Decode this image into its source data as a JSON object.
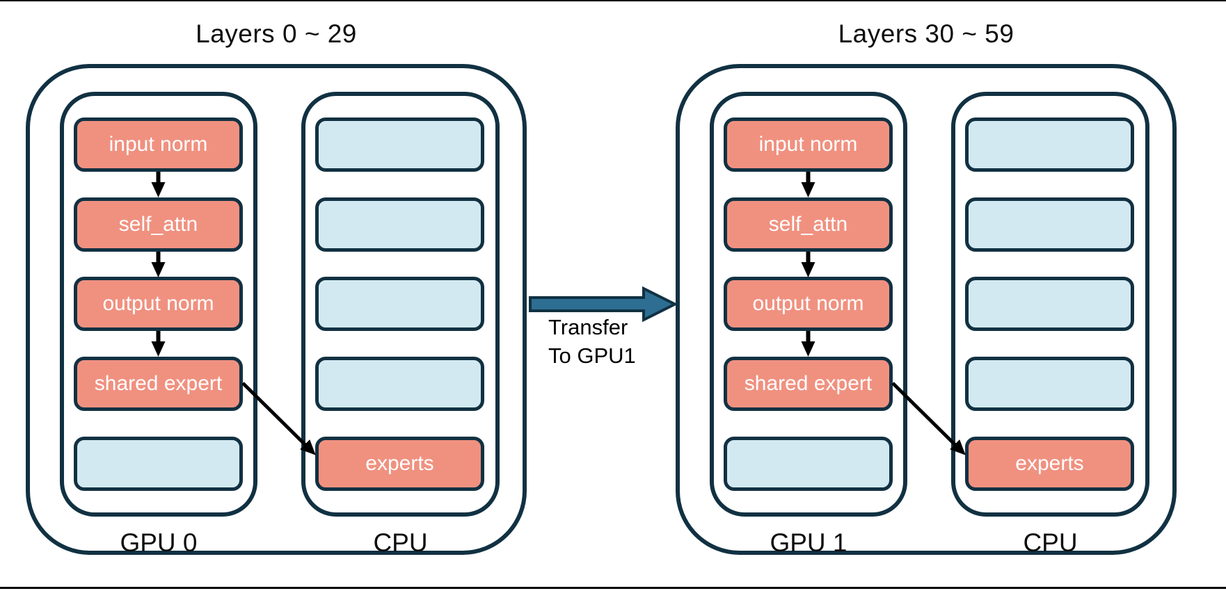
{
  "diagram": {
    "groups": [
      {
        "title": "Layers 0 ~ 29",
        "gpu_label": "GPU 0",
        "cpu_label": "CPU",
        "gpu_boxes": [
          {
            "label": "input norm",
            "type": "module"
          },
          {
            "label": "self_attn",
            "type": "module"
          },
          {
            "label": "output norm",
            "type": "module"
          },
          {
            "label": "shared expert",
            "type": "module"
          },
          {
            "label": "",
            "type": "empty"
          }
        ],
        "cpu_boxes": [
          {
            "label": "",
            "type": "empty"
          },
          {
            "label": "",
            "type": "empty"
          },
          {
            "label": "",
            "type": "empty"
          },
          {
            "label": "",
            "type": "empty"
          },
          {
            "label": "experts",
            "type": "module"
          }
        ]
      },
      {
        "title": "Layers 30 ~ 59",
        "gpu_label": "GPU 1",
        "cpu_label": "CPU",
        "gpu_boxes": [
          {
            "label": "input norm",
            "type": "module"
          },
          {
            "label": "self_attn",
            "type": "module"
          },
          {
            "label": "output norm",
            "type": "module"
          },
          {
            "label": "shared expert",
            "type": "module"
          },
          {
            "label": "",
            "type": "empty"
          }
        ],
        "cpu_boxes": [
          {
            "label": "",
            "type": "empty"
          },
          {
            "label": "",
            "type": "empty"
          },
          {
            "label": "",
            "type": "empty"
          },
          {
            "label": "",
            "type": "empty"
          },
          {
            "label": "experts",
            "type": "module"
          }
        ]
      }
    ],
    "transfer": {
      "line1": "Transfer",
      "line2": "To GPU1"
    },
    "colors": {
      "module_fill": "#F09180",
      "empty_fill": "#D3E9F1",
      "outline": "#113142",
      "transfer_arrow_fill": "#2D6E92",
      "box_text": "#FFFFFF",
      "label_text": "#000000"
    }
  }
}
